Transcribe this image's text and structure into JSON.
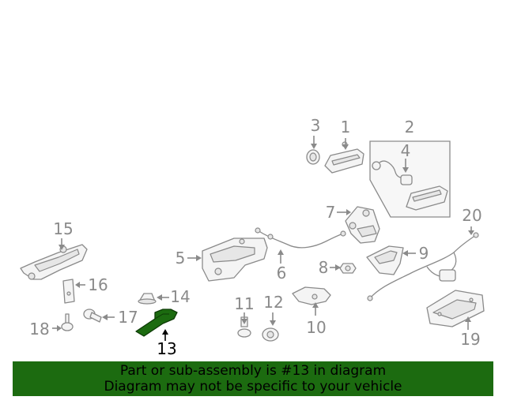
{
  "callouts": [
    "1",
    "2",
    "3",
    "4",
    "5",
    "6",
    "7",
    "8",
    "9",
    "10",
    "11",
    "12",
    "13",
    "14",
    "15",
    "16",
    "17",
    "18",
    "19",
    "20"
  ],
  "highlighted_part": "13",
  "colors": {
    "highlight": "#1c6b10",
    "banner": "#1c6b10",
    "line": "#8a8a8a"
  },
  "banner": {
    "line1": "Part or sub-assembly is #13 in diagram",
    "line2": "Diagram may not be specific to your vehicle"
  }
}
